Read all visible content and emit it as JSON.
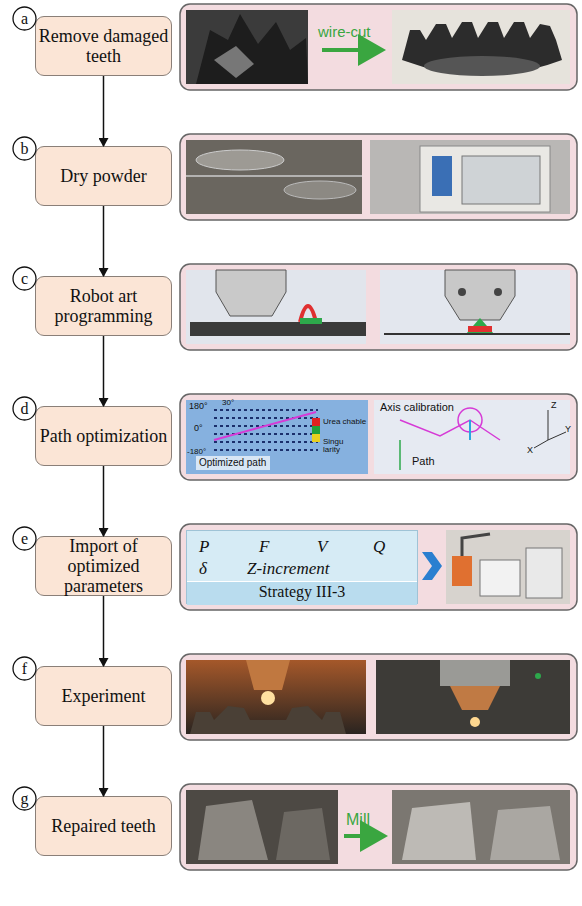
{
  "diagram": {
    "nodes": [
      {
        "text": [
          "a"
        ]
      },
      {
        "text": [
          "Remove damaged teeth"
        ]
      },
      {
        "text": [
          "b"
        ]
      },
      {
        "text": [
          "Dry powder"
        ]
      },
      {
        "text": [
          "c"
        ]
      },
      {
        "text": [
          "Robot art programming"
        ]
      },
      {
        "text": [
          "d"
        ]
      },
      {
        "text": [
          "Path optimization"
        ]
      },
      {
        "text": [
          "e"
        ]
      },
      {
        "text": [
          "Import of optimized parameters"
        ]
      },
      {
        "text": [
          "P",
          "F",
          "V",
          "Q",
          "δ",
          "Z-increment",
          "Strategy III-3"
        ]
      },
      {
        "text": [
          "f"
        ]
      },
      {
        "text": [
          "Experiment"
        ]
      },
      {
        "text": [
          "g"
        ]
      },
      {
        "text": [
          "Repaired teeth"
        ]
      }
    ],
    "edges": [
      {
        "from": 1,
        "to": 3,
        "arrow": "to"
      },
      {
        "from": 3,
        "to": 5,
        "arrow": "to"
      },
      {
        "from": 5,
        "to": 7,
        "arrow": "to"
      },
      {
        "from": 7,
        "to": 9,
        "arrow": "to"
      },
      {
        "from": 9,
        "to": 12,
        "arrow": "to"
      },
      {
        "from": 12,
        "to": 14,
        "arrow": "to"
      }
    ],
    "labels": [
      "wire-cut",
      "180°",
      "30°",
      "0°",
      "-180°",
      "Urea chable",
      "Singu larity",
      "Optimized path",
      "Axis calibration",
      "Path",
      "Z",
      "Y",
      "X",
      "Mill"
    ]
  }
}
